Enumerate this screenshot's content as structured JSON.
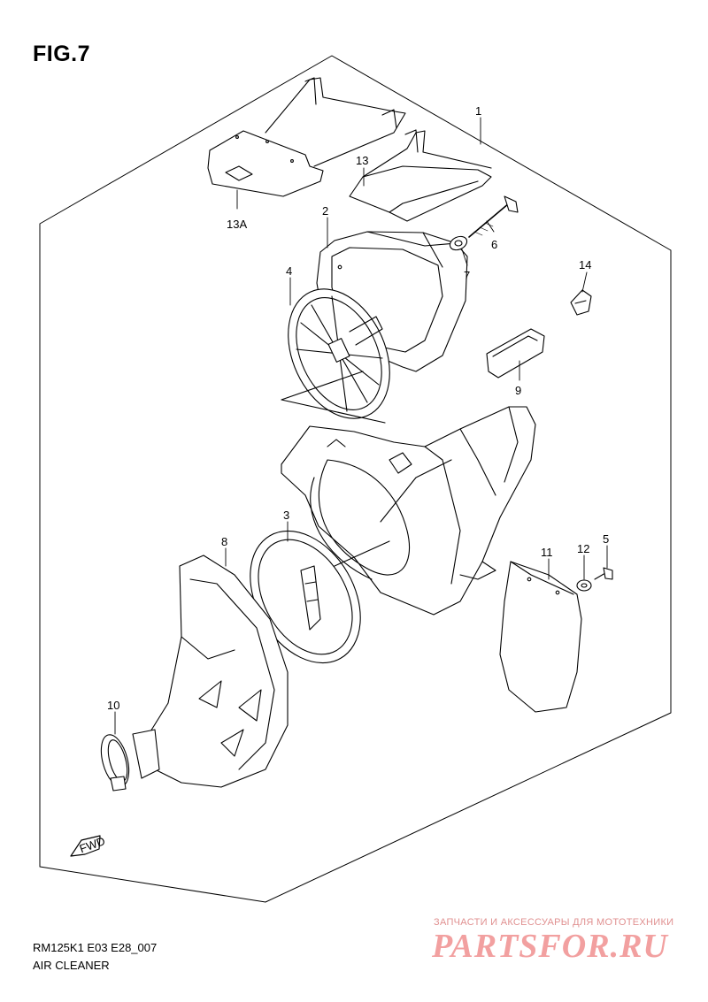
{
  "figure": {
    "title": "FIG.7",
    "code": "RM125K1 E03 E28_007",
    "name": "AIR CLEANER"
  },
  "callouts": [
    "1",
    "2",
    "3",
    "4",
    "5",
    "6",
    "7",
    "8",
    "9",
    "10",
    "11",
    "12",
    "13",
    "13A",
    "14"
  ],
  "fwd_label": "FWD",
  "watermark": {
    "tagline": "ЗАПЧАСТИ И АКСЕССУАРЫ ДЛЯ МОТОТЕХНИКИ",
    "logo": "PARTSFOR.RU"
  }
}
